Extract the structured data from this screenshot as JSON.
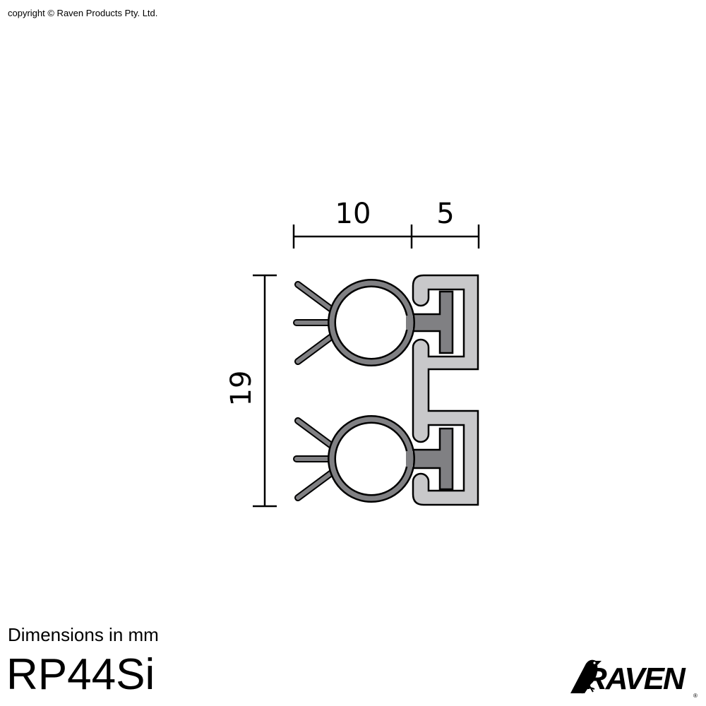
{
  "copyright": "copyright © Raven Products Pty. Ltd.",
  "dimensions": {
    "width_left": "10",
    "width_right": "5",
    "height": "19"
  },
  "units_note": "Dimensions in mm",
  "product_code": "RP44Si",
  "brand": {
    "name": "RAVEN",
    "registered": "®"
  },
  "colors": {
    "seal": "#808083",
    "carrier": "#c8c8ca",
    "outline": "#000000"
  }
}
